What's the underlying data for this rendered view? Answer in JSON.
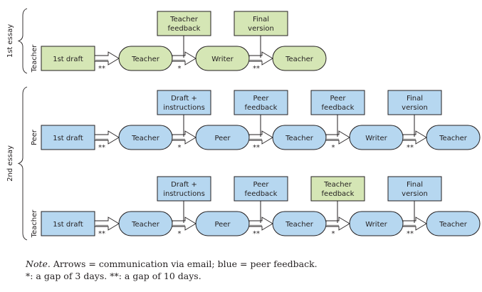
{
  "colors": {
    "green_fill": "#d5e6b5",
    "blue_fill": "#b6d7f0",
    "stroke": "#231f20",
    "arrow_fill": "#ffffff"
  },
  "essays": [
    {
      "label": "1st essay",
      "rows": [
        0
      ]
    },
    {
      "label": "2nd essay",
      "rows": [
        1,
        2
      ]
    }
  ],
  "rows": [
    {
      "condition": "Teacher",
      "color": "green",
      "start": "1st draft",
      "nodes": [
        "Teacher",
        "Writer",
        "Teacher"
      ],
      "gaps": [
        "**",
        "*",
        "**"
      ],
      "documents": [
        {
          "after_arrow": 1,
          "lines": [
            "Teacher",
            "feedback"
          ],
          "color": "green"
        },
        {
          "after_arrow": 2,
          "lines": [
            "Final",
            "version"
          ],
          "color": "green"
        }
      ]
    },
    {
      "condition": "Peer",
      "color": "blue",
      "start": "1st draft",
      "nodes": [
        "Teacher",
        "Peer",
        "Teacher",
        "Writer",
        "Teacher"
      ],
      "gaps": [
        "**",
        "*",
        "**",
        "*",
        "**"
      ],
      "documents": [
        {
          "after_arrow": 1,
          "lines": [
            "Draft +",
            "instructions"
          ],
          "color": "blue"
        },
        {
          "after_arrow": 2,
          "lines": [
            "Peer",
            "feedback"
          ],
          "color": "blue"
        },
        {
          "after_arrow": 3,
          "lines": [
            "Peer",
            "feedback"
          ],
          "color": "blue"
        },
        {
          "after_arrow": 4,
          "lines": [
            "Final",
            "version"
          ],
          "color": "blue"
        }
      ]
    },
    {
      "condition": "Teacher",
      "color": "blue",
      "start": "1st draft",
      "nodes": [
        "Teacher",
        "Peer",
        "Teacher",
        "Writer",
        "Teacher"
      ],
      "gaps": [
        "**",
        "*",
        "**",
        "*",
        "**"
      ],
      "documents": [
        {
          "after_arrow": 1,
          "lines": [
            "Draft +",
            "instructions"
          ],
          "color": "blue"
        },
        {
          "after_arrow": 2,
          "lines": [
            "Peer",
            "feedback"
          ],
          "color": "blue"
        },
        {
          "after_arrow": 3,
          "lines": [
            "Teacher",
            "feedback"
          ],
          "color": "green"
        },
        {
          "after_arrow": 4,
          "lines": [
            "Final",
            "version"
          ],
          "color": "blue"
        }
      ]
    }
  ],
  "note": {
    "lead": "Note",
    "line1": ". Arrows = communication via email; blue = peer feedback.",
    "line2": "*: a gap of 3 days. **: a gap of 10 days."
  }
}
